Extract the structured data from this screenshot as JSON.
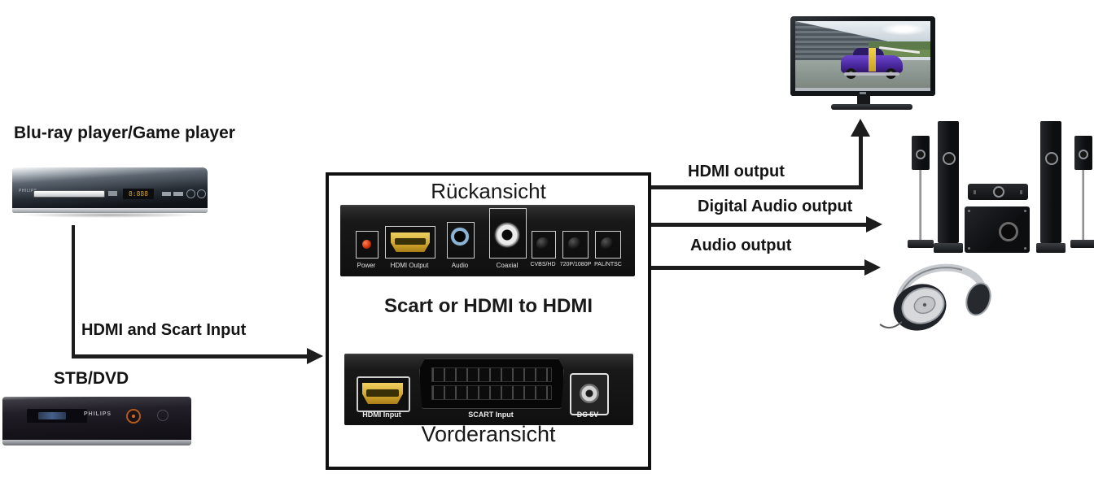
{
  "labels": {
    "source_top": "Blu-ray player/Game player",
    "source_bottom": "STB/DVD",
    "input_connection": "HDMI and Scart Input",
    "output_hdmi": "HDMI output",
    "output_digital_audio": "Digital Audio output",
    "output_audio": "Audio output"
  },
  "converter": {
    "rear_view_title": "Rückansicht",
    "product_title": "Scart or HDMI to HDMI",
    "front_view_title": "Vorderansicht",
    "rear_ports": {
      "power": "Power",
      "hdmi_output": "HDMI Output",
      "audio": "Audio",
      "coaxial": "Coaxial",
      "cvbs_hd": "CVBS/HD",
      "res_switch": "720P/1080P",
      "pal_ntsc": "PAL/NTSC"
    },
    "front_ports": {
      "hdmi_input": "HDMI Input",
      "scart_input": "SCART Input",
      "dc_5v": "DC 5V"
    }
  },
  "devices": {
    "bluray_brand": "PHILIPS",
    "bluray_display": "8:888",
    "dvd_brand": "PHILIPS"
  },
  "icons": {
    "input_arrow": "right-arrow",
    "hdmi_output_arrow": "up-arrow",
    "digital_audio_arrow": "right-arrow",
    "audio_arrow": "right-arrow"
  },
  "colors": {
    "line_black": "#1d1d1d",
    "panel_black": "#161616",
    "hdmi_gold": "#c79b26",
    "power_led_red": "#d63408",
    "audio_jack_blue": "#8cb4d6",
    "car_purple": "#4a28a0",
    "car_stripe_yellow": "#e2bc30",
    "dvd_button_orange": "#d86820"
  }
}
